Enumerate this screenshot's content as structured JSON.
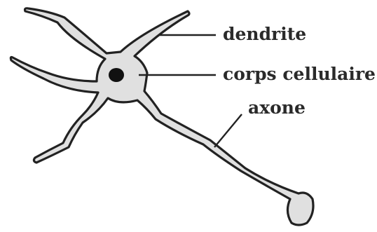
{
  "labels": {
    "dendrite": "dendrite",
    "cell_body": "corps cellulaire",
    "axon": "axone"
  },
  "colors": {
    "outline": "#222222",
    "fill": "#e0e0e0",
    "nucleus": "#111111",
    "text": "#2a2a2a"
  }
}
